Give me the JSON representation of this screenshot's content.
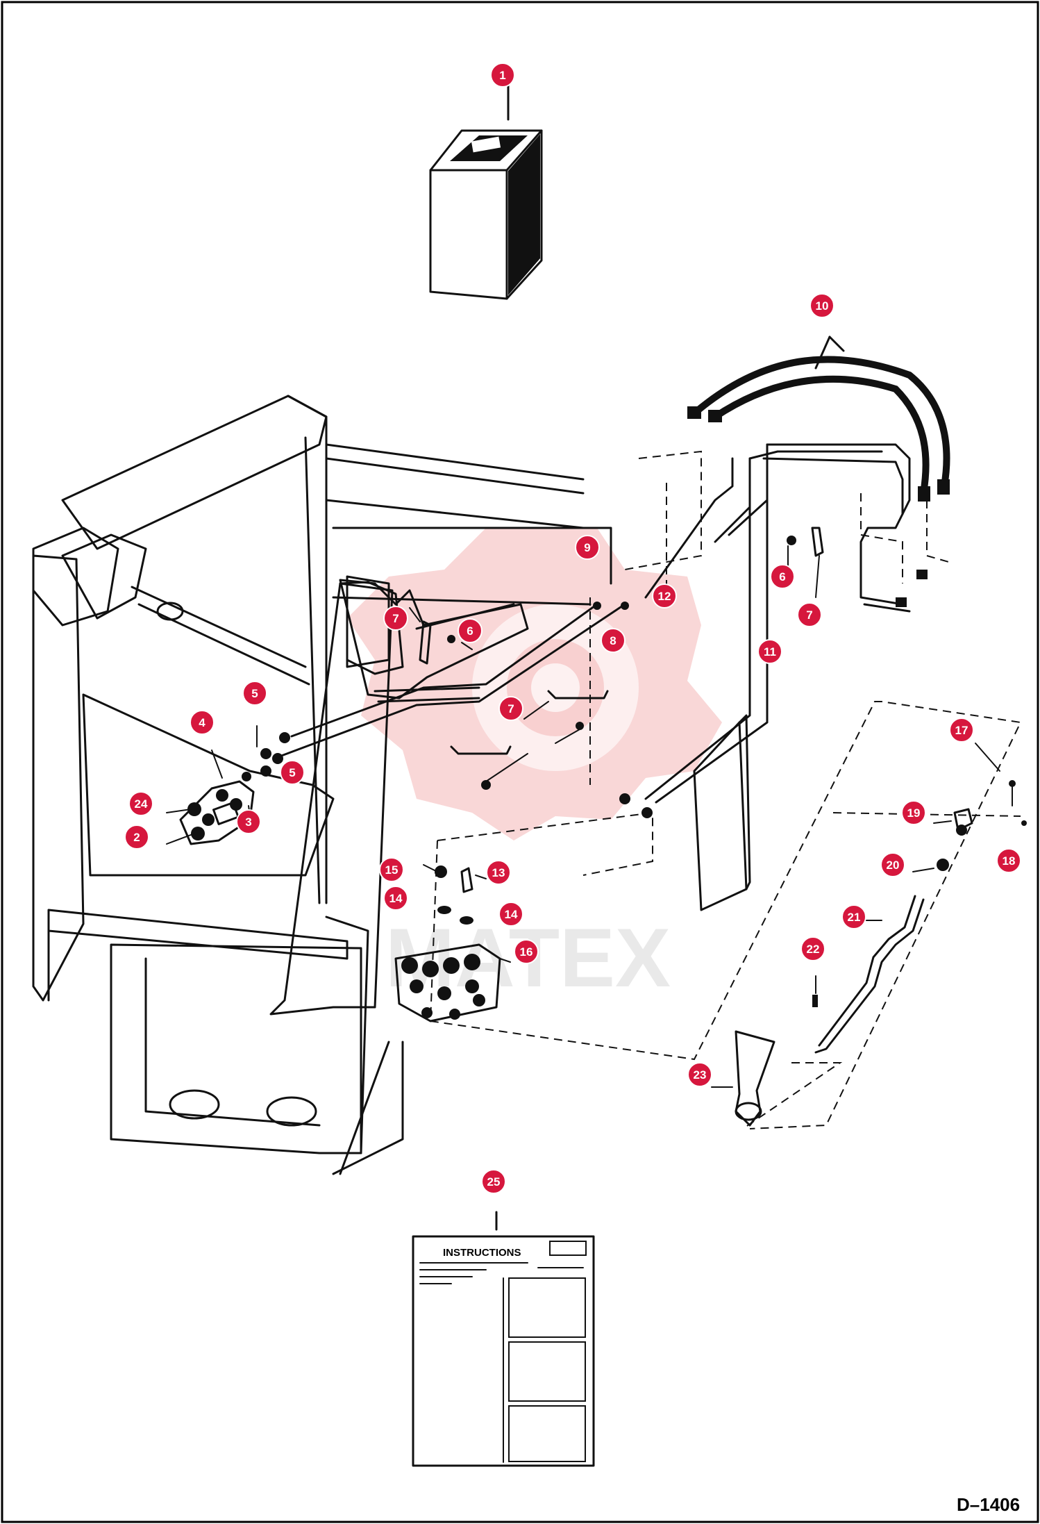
{
  "drawing_code": "D–1406",
  "watermark_text": "MATEX",
  "instruction_card": {
    "heading": "INSTRUCTIONS"
  },
  "callouts": [
    {
      "id": "1",
      "label": "1"
    },
    {
      "id": "2",
      "label": "2"
    },
    {
      "id": "3",
      "label": "3"
    },
    {
      "id": "4",
      "label": "4"
    },
    {
      "id": "5a",
      "label": "5"
    },
    {
      "id": "5b",
      "label": "5"
    },
    {
      "id": "6a",
      "label": "6"
    },
    {
      "id": "6b",
      "label": "6"
    },
    {
      "id": "7a",
      "label": "7"
    },
    {
      "id": "7b",
      "label": "7"
    },
    {
      "id": "7c",
      "label": "7"
    },
    {
      "id": "8",
      "label": "8"
    },
    {
      "id": "9",
      "label": "9"
    },
    {
      "id": "10",
      "label": "10"
    },
    {
      "id": "11",
      "label": "11"
    },
    {
      "id": "12",
      "label": "12"
    },
    {
      "id": "13",
      "label": "13"
    },
    {
      "id": "14a",
      "label": "14"
    },
    {
      "id": "14b",
      "label": "14"
    },
    {
      "id": "15",
      "label": "15"
    },
    {
      "id": "16",
      "label": "16"
    },
    {
      "id": "17",
      "label": "17"
    },
    {
      "id": "18",
      "label": "18"
    },
    {
      "id": "19",
      "label": "19"
    },
    {
      "id": "20",
      "label": "20"
    },
    {
      "id": "21",
      "label": "21"
    },
    {
      "id": "22",
      "label": "22"
    },
    {
      "id": "23",
      "label": "23"
    },
    {
      "id": "24",
      "label": "24"
    },
    {
      "id": "25",
      "label": "25"
    }
  ],
  "colors": {
    "badge": "#d6173d",
    "watermark": "#f4b7b7",
    "line": "#111111"
  }
}
